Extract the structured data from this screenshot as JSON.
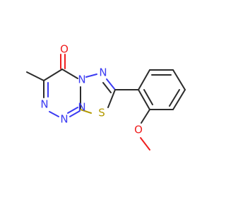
{
  "molecule": {
    "atoms": [
      {
        "id": "O1",
        "symbol": "O",
        "color": "#ef1f1f"
      },
      {
        "id": "N1",
        "symbol": "N",
        "color": "#3b3bf2"
      },
      {
        "id": "N2",
        "symbol": "N",
        "color": "#3b3bf2"
      },
      {
        "id": "N3",
        "symbol": "N",
        "color": "#3b3bf2"
      },
      {
        "id": "N4",
        "symbol": "N",
        "color": "#3b3bf2"
      },
      {
        "id": "N5",
        "symbol": "N",
        "color": "#3b3bf2"
      },
      {
        "id": "S1",
        "symbol": "S",
        "color": "#b39a00"
      },
      {
        "id": "O2",
        "symbol": "O",
        "color": "#ef1f1f"
      }
    ],
    "colors": {
      "carbon_bond": "#2b2b2b",
      "nitrogen": "#3b3bf2",
      "oxygen": "#ef1f1f",
      "sulfur": "#b39a00",
      "background": "#ffffff"
    }
  }
}
